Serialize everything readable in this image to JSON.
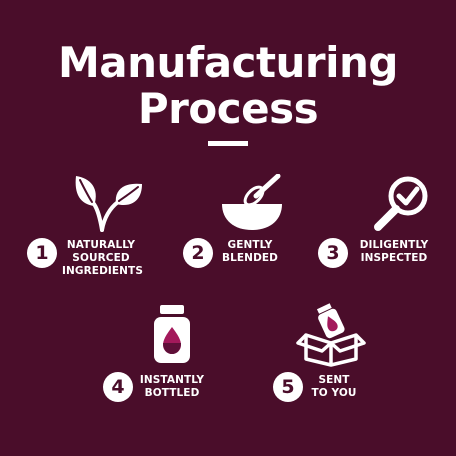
{
  "title": {
    "line1": "Manufacturing",
    "line2": "Process"
  },
  "colors": {
    "background": "#4a0d2a",
    "foreground": "#ffffff",
    "accent": "#a3195b"
  },
  "steps": [
    {
      "number": "1",
      "icon": "leaf-sprout-icon",
      "lines": [
        "NATURALLY",
        "SOURCED",
        "INGREDIENTS"
      ]
    },
    {
      "number": "2",
      "icon": "whisk-bowl-icon",
      "lines": [
        "GENTLY",
        "BLENDED"
      ]
    },
    {
      "number": "3",
      "icon": "magnifier-check-icon",
      "lines": [
        "DILIGENTLY",
        "INSPECTED"
      ]
    },
    {
      "number": "4",
      "icon": "bottle-icon",
      "lines": [
        "INSTANTLY",
        "BOTTLED"
      ]
    },
    {
      "number": "5",
      "icon": "open-box-icon",
      "lines": [
        "SENT",
        "TO YOU"
      ]
    }
  ]
}
